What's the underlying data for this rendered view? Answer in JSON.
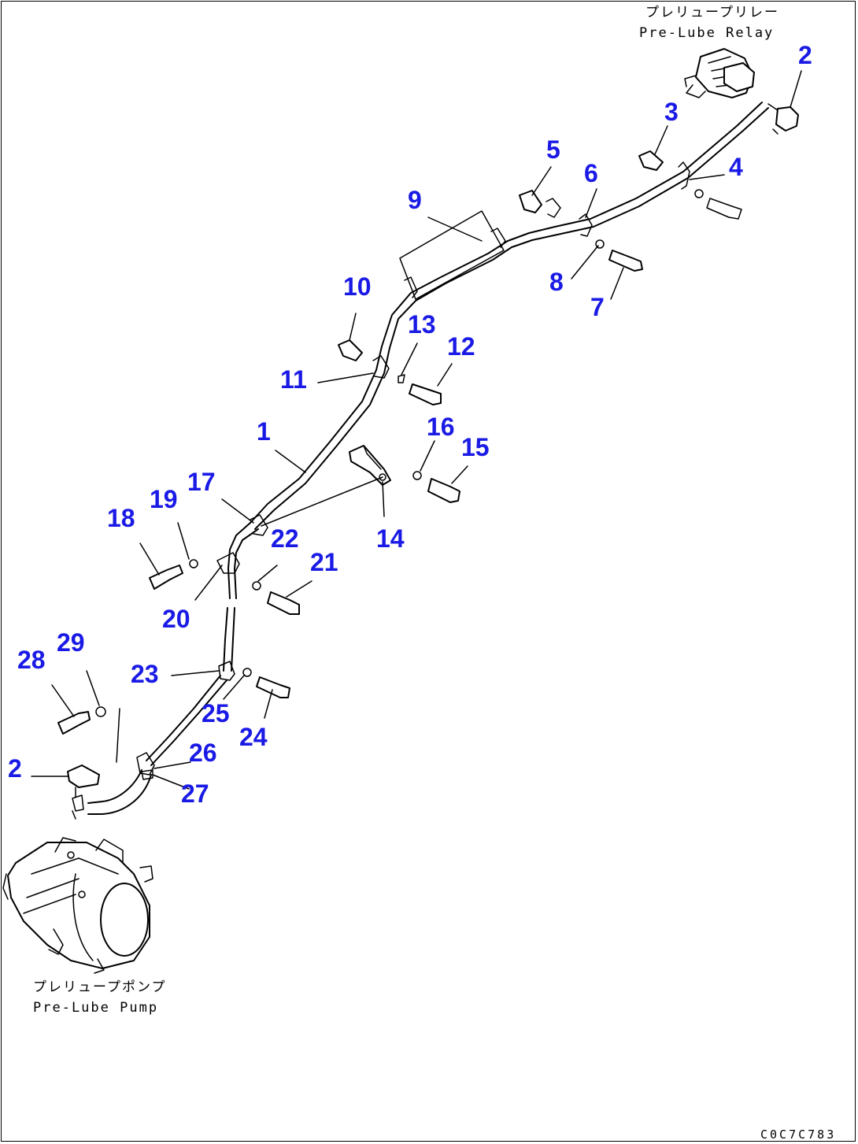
{
  "labels": {
    "relay_jp": "プレリュープリレー",
    "relay_en": "Pre-Lube Relay",
    "pump_jp": "プレリュープポンプ",
    "pump_en": "Pre-Lube Pump",
    "drawing_number": "C0C7C783"
  },
  "callouts": {
    "p1": "1",
    "p2a": "2",
    "p2b": "2",
    "p3": "3",
    "p4": "4",
    "p5": "5",
    "p6": "6",
    "p7": "7",
    "p8": "8",
    "p9": "9",
    "p10": "10",
    "p11": "11",
    "p12": "12",
    "p13": "13",
    "p14": "14",
    "p15": "15",
    "p16": "16",
    "p17": "17",
    "p18": "18",
    "p19": "19",
    "p20": "20",
    "p21": "21",
    "p22": "22",
    "p23": "23",
    "p24": "24",
    "p25": "25",
    "p26": "26",
    "p27": "27",
    "p28": "28",
    "p29": "29"
  },
  "colors": {
    "callout": "#1a1ae6",
    "line": "#000000",
    "background": "#ffffff"
  }
}
